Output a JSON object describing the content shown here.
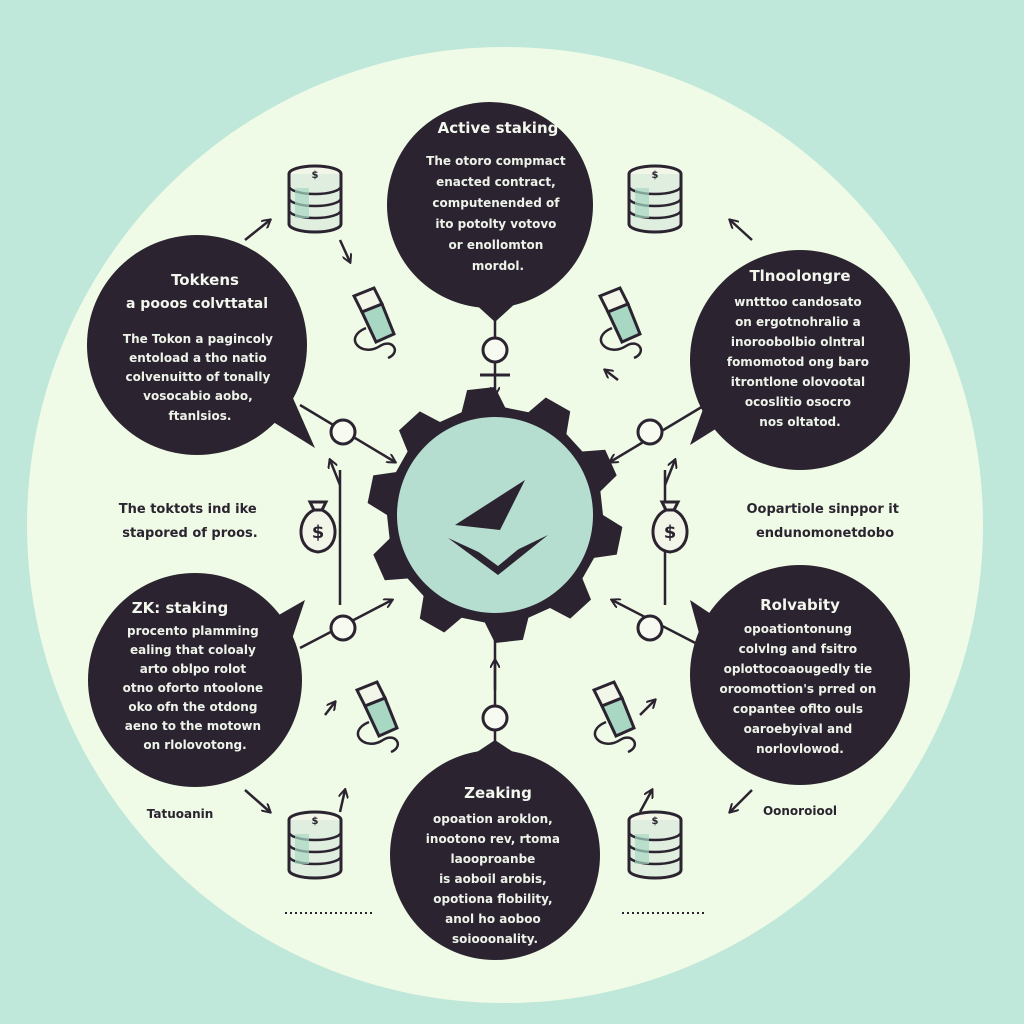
{
  "colors": {
    "background": "#bfe7da",
    "circle": "#effbe6",
    "bubble": "#2b2430",
    "text_light": "#eef3ea",
    "text_dark": "#2b2430",
    "gear": "#b5ddd0",
    "accent": "#a8d8c4"
  },
  "center": {
    "icon": "ethereum-icon"
  },
  "bubbles": {
    "top": {
      "title": "Active staking",
      "lines": [
        "The otoro compmact",
        "enacted contract,",
        "computenended of",
        "ito potolty votovo",
        "or enollomton",
        "mordol."
      ]
    },
    "left_upper": {
      "title": "Tokkens",
      "subtitle": "a pooos colvttatal",
      "lines": [
        "The Tokon a pagincoly",
        "entoload a tho natio",
        "colvenuitto of tonally",
        "vosocabio aobo,",
        "ftanlsios."
      ]
    },
    "right_upper": {
      "title": "Tlnoolongre",
      "lines": [
        "wntttoo candosato",
        "on ergotnohralio a",
        "inoroobolbio olntral",
        "fomomotod ong baro",
        "itrontlone olovootal",
        "ocoslitio osocro",
        "nos oltatod."
      ]
    },
    "left_lower": {
      "title": "ZK: staking",
      "lines": [
        "procento plamming",
        "ealing that coloaly",
        "arto oblpo rolot",
        "otno oforto ntoolone",
        "oko ofn the otdong",
        "aeno to the motown",
        "on rlolovotong."
      ]
    },
    "right_lower": {
      "title": "Rolvabity",
      "lines": [
        "opoationtonung",
        "colvlng and fsitro",
        "oplottocoaougedly tie",
        "oroomottion's prred on",
        "copantee oflto ouls",
        "oaroebyival and",
        "norlovlowod."
      ]
    },
    "bottom": {
      "title": "Zeaking",
      "lines": [
        "opoation aroklon,",
        "inootono rev, rtoma",
        "laooproanbe",
        "is aoboil arobis,",
        "opotiona flobility,",
        "anol ho aoboo",
        "soiooonality."
      ]
    }
  },
  "side_labels": {
    "left_middle": [
      "The toktots ind ike",
      "stapored of proos."
    ],
    "right_middle": [
      "Oopartiole sinppor it",
      "endunomonetdobo"
    ],
    "bottom_left": "Tatuoanin",
    "bottom_right": "Oonoroiool"
  },
  "icons": [
    "coin-stack-icon",
    "dollar-bag-icon",
    "pencil-tool-icon",
    "node-connector-icon",
    "gear-icon"
  ]
}
